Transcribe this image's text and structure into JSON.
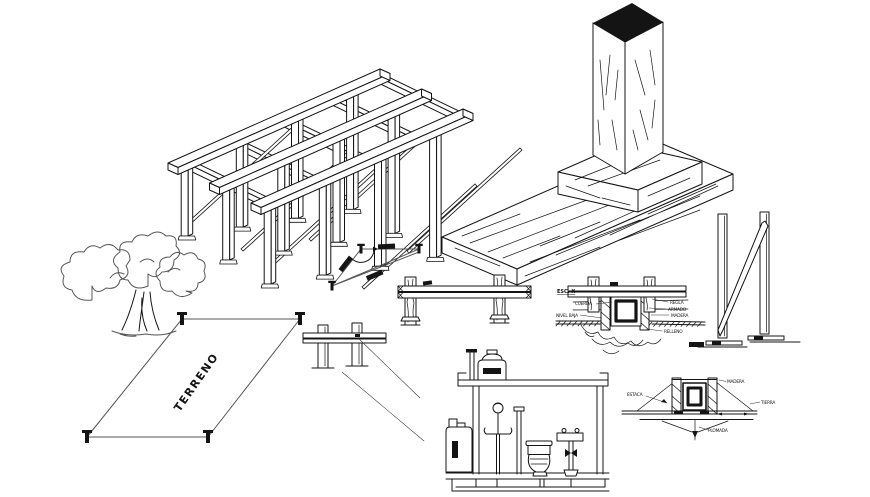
{
  "canvas": {
    "background": "#ffffff",
    "ink": "#141414"
  },
  "labels": {
    "terreno": "TERRENO",
    "footing_section": {
      "scale_note": "ESC. X",
      "cuerda": "CUERDA",
      "nivel": "NIVEL BAJA",
      "regla": "REGLA",
      "armado": "ARMADO",
      "madera": "MADERA",
      "relleno": "RELLENO"
    },
    "footing_plan": {
      "estaca": "ESTACA",
      "madera": "MADERA",
      "tierra": "TIERRA",
      "plomada": "PLOMADA"
    }
  }
}
